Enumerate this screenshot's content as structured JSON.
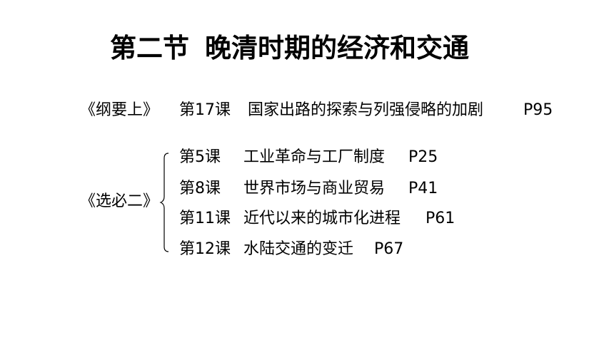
{
  "title": {
    "part1": "第二节",
    "part2": "晚清时期的经济和交通"
  },
  "gangyao": {
    "book": "《纲要上》",
    "lesson": "第17课",
    "topic": "国家出路的探索与列强侵略的加剧",
    "page": "P95"
  },
  "xuanbi": {
    "book": "《选必二》",
    "items": [
      {
        "lesson": "第5课",
        "topic": "工业革命与工厂制度",
        "page": "P25"
      },
      {
        "lesson": "第8课",
        "topic": "世界市场与商业贸易",
        "page": "P41"
      },
      {
        "lesson": "第11课",
        "topic": "近代以来的城市化进程",
        "page": "P61"
      },
      {
        "lesson": "第12课",
        "topic": "水陆交通的变迁",
        "page": "P67"
      }
    ]
  }
}
